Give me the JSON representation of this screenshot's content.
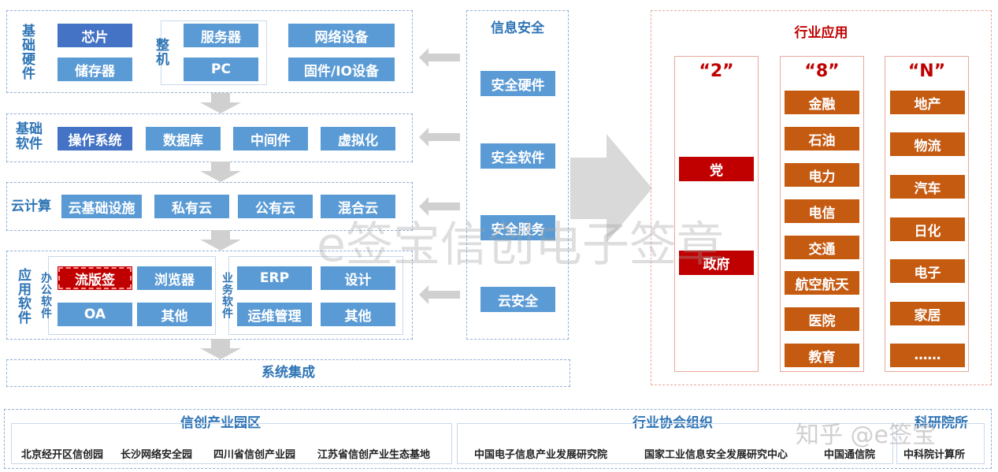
{
  "hardware": {
    "label": "基础硬件",
    "chip": "芯片",
    "storage": "储存器",
    "machine_label": "整机",
    "server": "服务器",
    "pc": "PC",
    "network": "网络设备",
    "firmware": "固件/IO设备"
  },
  "software": {
    "label": "基础软件",
    "items": [
      "操作系统",
      "数据库",
      "中间件",
      "虚拟化"
    ]
  },
  "cloud": {
    "label": "云计算",
    "items": [
      "云基础设施",
      "私有云",
      "公有云",
      "混合云"
    ]
  },
  "apps": {
    "label": "应用软件",
    "office_label": "办公软件",
    "office_items": [
      "流版签",
      "浏览器",
      "OA",
      "其他"
    ],
    "business_label": "业务软件",
    "business_items": [
      "ERP",
      "设计",
      "运维管理",
      "其他"
    ]
  },
  "integration": "系统集成",
  "security": {
    "title": "信息安全",
    "items": [
      "安全硬件",
      "安全软件",
      "安全服务",
      "云安全"
    ]
  },
  "industry": {
    "title": "行业应用",
    "col2": {
      "title": "“2”",
      "items": [
        "党",
        "政府"
      ]
    },
    "col8": {
      "title": "“8”",
      "items": [
        "金融",
        "石油",
        "电力",
        "电信",
        "交通",
        "航空航天",
        "医院",
        "教育"
      ]
    },
    "colN": {
      "title": "“N”",
      "items": [
        "地产",
        "物流",
        "汽车",
        "日化",
        "电子",
        "家居",
        "……"
      ]
    }
  },
  "footer": {
    "parks_title": "信创产业园区",
    "parks": [
      "北京经开区信创园",
      "长沙网络安全园",
      "四川省信创产业园",
      "江苏省信创产业生态基地"
    ],
    "assoc_title": "行业协会组织",
    "assoc": [
      "中国电子信息产业发展研究院",
      "国家工业信息安全发展研究中心",
      "中国通信院"
    ],
    "research_title": "科研院所",
    "research": [
      "中科院计算所"
    ]
  },
  "watermarks": {
    "center": "e签宝信创电子签章",
    "corner": "知乎 @e签宝"
  },
  "colors": {
    "blue": "#5b9bd5",
    "dark_blue": "#4472c4",
    "red": "#c00000",
    "orange": "#c55a11",
    "label_blue": "#2e74b5"
  }
}
